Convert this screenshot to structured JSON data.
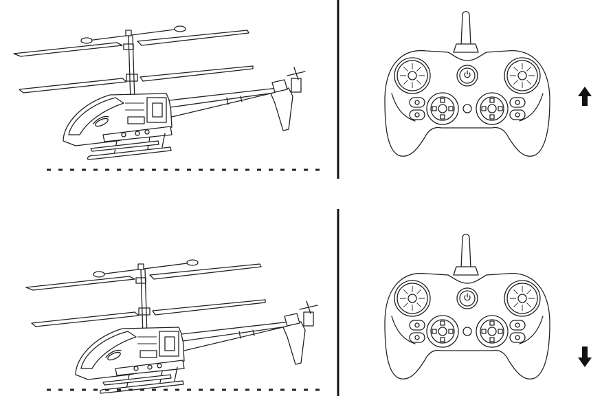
{
  "panels": [
    {
      "id": "ascend",
      "helicopter_state": "raised",
      "throttle_direction": "up",
      "arrow_icon": "arrow-up-icon"
    },
    {
      "id": "descend",
      "helicopter_state": "lowered",
      "throttle_direction": "down",
      "arrow_icon": "arrow-down-icon"
    }
  ],
  "controller": {
    "power_icon": "power-icon"
  },
  "colors": {
    "line": "#222222",
    "background": "#ffffff"
  }
}
